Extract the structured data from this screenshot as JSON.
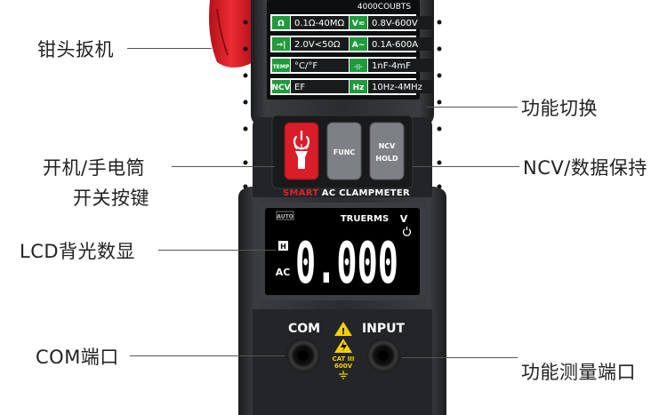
{
  "model": "4000COUBTS",
  "spec_rows": [
    {
      "left_icon": "Ω",
      "left_text": "0.1Ω-40MΩ",
      "right_icon": "V≂",
      "right_text": "0.8V-600V"
    },
    {
      "left_icon": "→|",
      "left_text": "2.0V<50Ω",
      "right_icon": "A~",
      "right_text": "0.1A-600A"
    },
    {
      "left_icon": "TEMP",
      "left_text": "°C/°F",
      "right_icon": "-||-",
      "right_text": "1nF-4mF"
    },
    {
      "left_icon": "NCV",
      "left_text": "EF",
      "right_icon": "Hz",
      "right_text": "10Hz-4MHz"
    }
  ],
  "buttons": {
    "power_icon": "power-icon",
    "func_label": "FUNC",
    "ncv_label": "NCV",
    "hold_label": "HOLD"
  },
  "brand": {
    "smart": "SMART",
    "rest": "AC CLAMPMETER"
  },
  "lcd": {
    "auto": "AUTO",
    "truerms": "TRUERMS",
    "unit": "V",
    "h": "H",
    "ac": "AC",
    "reading": "0.000"
  },
  "jacks": {
    "com_label": "COM",
    "input_label": "INPUT",
    "cat": "CAT III",
    "volt": "600V"
  },
  "callouts": {
    "trigger": "钳头扳机",
    "function_switch": "功能切换",
    "power_flashlight_line1": "开机/手电筒",
    "power_flashlight_line2": "开关按键",
    "ncv_hold": "NCV/数据保持",
    "lcd": "LCD背光数显",
    "com_port": "COM端口",
    "measure_port": "功能测量端口"
  },
  "colors": {
    "body": "#2b2d30",
    "panel": "#1d1f21",
    "spec_green": "#1f9a3c",
    "power_red": "#d81e28",
    "jaw_red": "#e0202a",
    "button_gray": "#7d8084",
    "lcd_bg": "#000000"
  }
}
